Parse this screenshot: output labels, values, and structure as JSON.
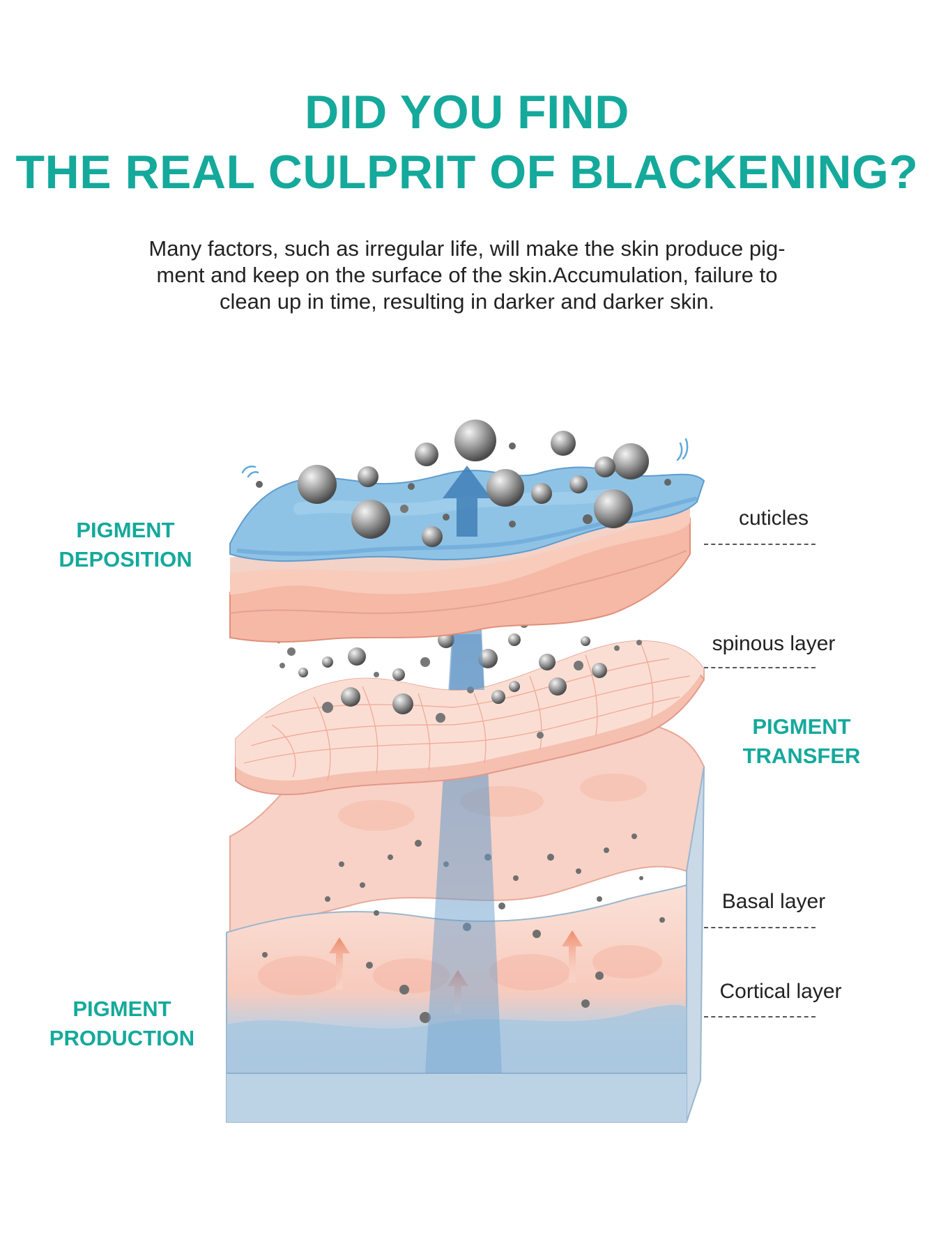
{
  "header": {
    "title_line1": "DID YOU FIND",
    "title_line2": "THE REAL CULPRIT OF BLACKENING?",
    "description": [
      "Many factors, such as irregular life, will make the skin produce pig-",
      "ment and keep on the surface of the skin.Accumulation, failure to",
      "clean up in time, resulting in darker and darker skin."
    ]
  },
  "stages": {
    "deposition": [
      "PIGMENT",
      "DEPOSITION"
    ],
    "transfer": [
      "PIGMENT",
      "TRANSFER"
    ],
    "production": [
      "PIGMENT",
      "PRODUCTION"
    ]
  },
  "layers": {
    "cuticles": "cuticles",
    "spinous": "spinous layer",
    "basal": "Basal layer",
    "cortical": "Cortical layer"
  },
  "colors": {
    "accent": "#14a99b",
    "skin_pink": "#f6c3b5",
    "cuticle_blue": "#8fc3e6",
    "dermis_blue": "#a9c7de",
    "pigment_grey": "#6f6f6f"
  }
}
